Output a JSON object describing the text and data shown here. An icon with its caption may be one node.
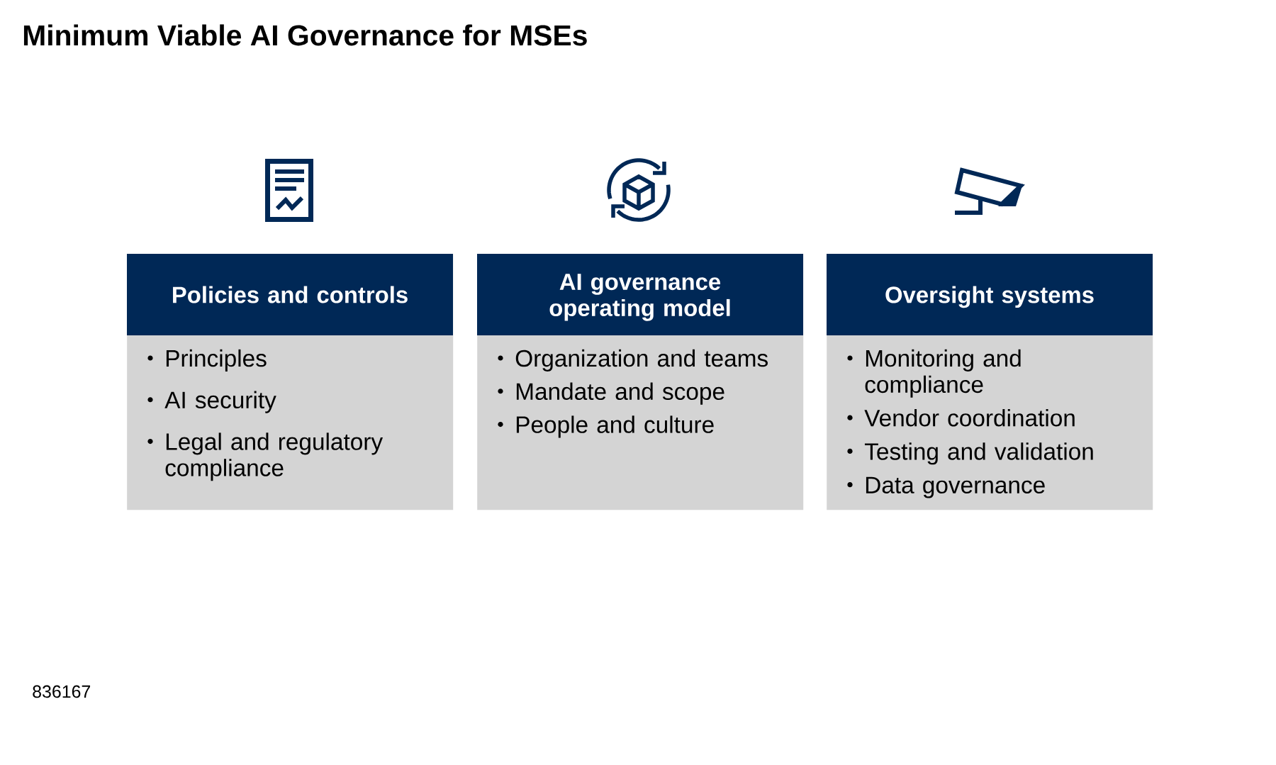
{
  "diagram": {
    "title": "Minimum Viable AI Governance for MSEs",
    "nodes": [
      {
        "text": [
          "Policies and controls",
          "Principles",
          "AI security",
          "Legal and regulatory compliance"
        ]
      },
      {
        "text": [
          "AI governance operating model",
          "Organization and teams",
          "Mandate and scope",
          "People and culture"
        ]
      },
      {
        "text": [
          "Oversight systems",
          "Monitoring and compliance",
          "Vendor coordination",
          "Testing and validation",
          "Data governance"
        ]
      }
    ],
    "labels": [
      "836167"
    ]
  }
}
